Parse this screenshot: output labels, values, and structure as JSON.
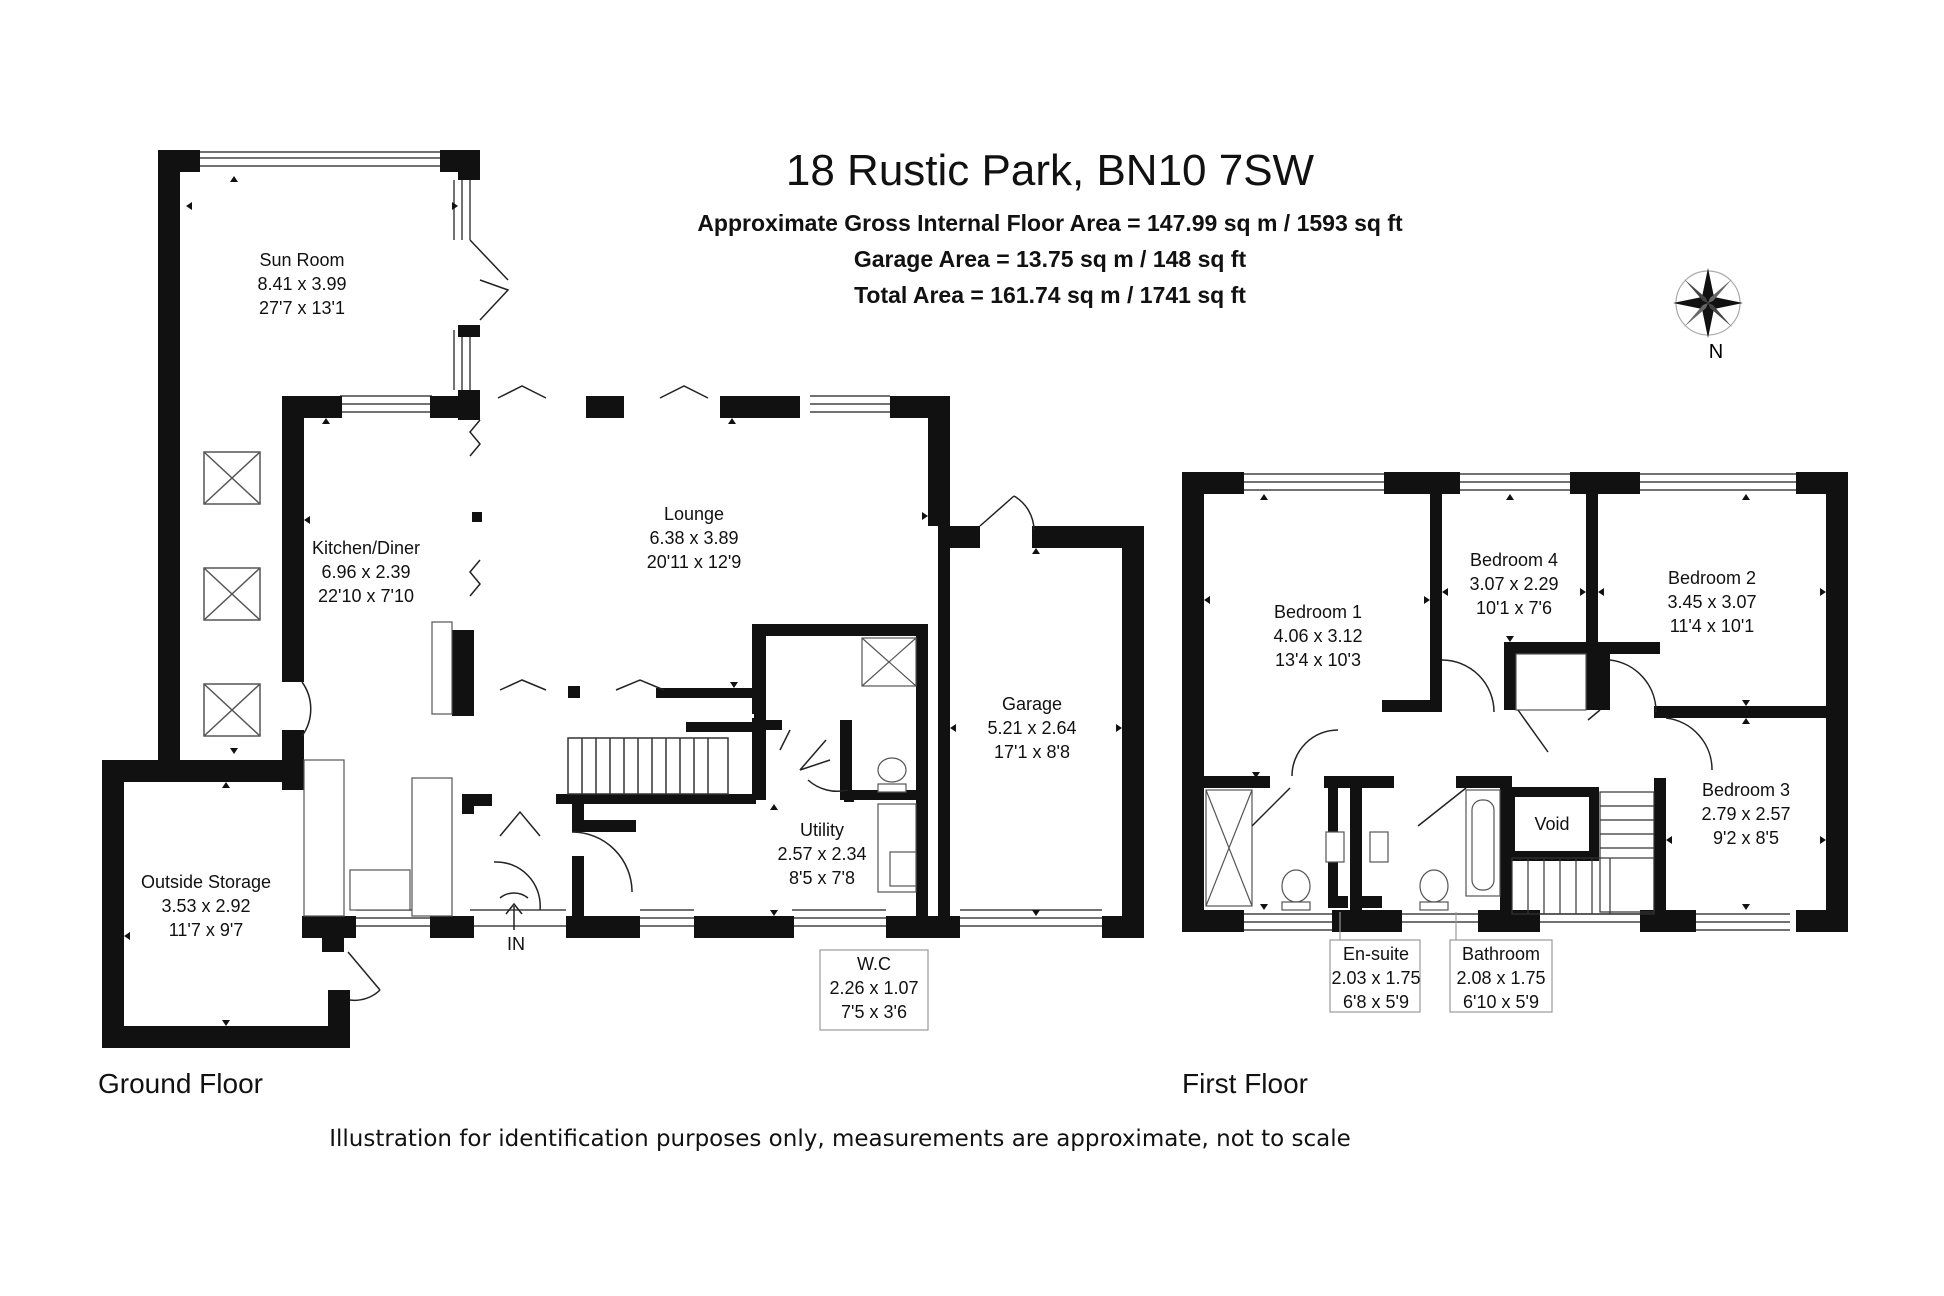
{
  "header": {
    "title": "18 Rustic Park, BN10 7SW",
    "gross_area": "Approximate Gross Internal Floor Area = 147.99 sq m / 1593 sq ft",
    "garage_area": "Garage Area = 13.75 sq m / 148 sq ft",
    "total_area": "Total Area = 161.74 sq m / 1741 sq ft"
  },
  "compass": {
    "label": "N",
    "icon": "north-arrow-icon"
  },
  "floors": {
    "ground": "Ground Floor",
    "first": "First Floor"
  },
  "entrance_label": "IN",
  "rooms": {
    "sun_room": {
      "name": "Sun Room",
      "metric": "8.41 x 3.99",
      "imperial": "27'7 x 13'1"
    },
    "kitchen": {
      "name": "Kitchen/Diner",
      "metric": "6.96 x 2.39",
      "imperial": "22'10 x 7'10"
    },
    "lounge": {
      "name": "Lounge",
      "metric": "6.38 x 3.89",
      "imperial": "20'11 x 12'9"
    },
    "garage": {
      "name": "Garage",
      "metric": "5.21 x 2.64",
      "imperial": "17'1 x 8'8"
    },
    "utility": {
      "name": "Utility",
      "metric": "2.57 x 2.34",
      "imperial": "8'5 x 7'8"
    },
    "outside_storage": {
      "name": "Outside Storage",
      "metric": "3.53 x 2.92",
      "imperial": "11'7 x 9'7"
    },
    "wc": {
      "name": "W.C",
      "metric": "2.26 x 1.07",
      "imperial": "7'5 x 3'6"
    },
    "bedroom1": {
      "name": "Bedroom 1",
      "metric": "4.06 x 3.12",
      "imperial": "13'4 x 10'3"
    },
    "bedroom4": {
      "name": "Bedroom 4",
      "metric": "3.07 x 2.29",
      "imperial": "10'1 x 7'6"
    },
    "bedroom2": {
      "name": "Bedroom 2",
      "metric": "3.45 x 3.07",
      "imperial": "11'4 x 10'1"
    },
    "bedroom3": {
      "name": "Bedroom 3",
      "metric": "2.79 x 2.57",
      "imperial": "9'2 x 8'5"
    },
    "void": {
      "name": "Void"
    },
    "ensuite": {
      "name": "En-suite",
      "metric": "2.03 x 1.75",
      "imperial": "6'8 x 5'9"
    },
    "bathroom": {
      "name": "Bathroom",
      "metric": "2.08 x 1.75",
      "imperial": "6'10 x 5'9"
    }
  },
  "disclaimer": "Illustration for identification purposes only, measurements are approximate, not to scale"
}
